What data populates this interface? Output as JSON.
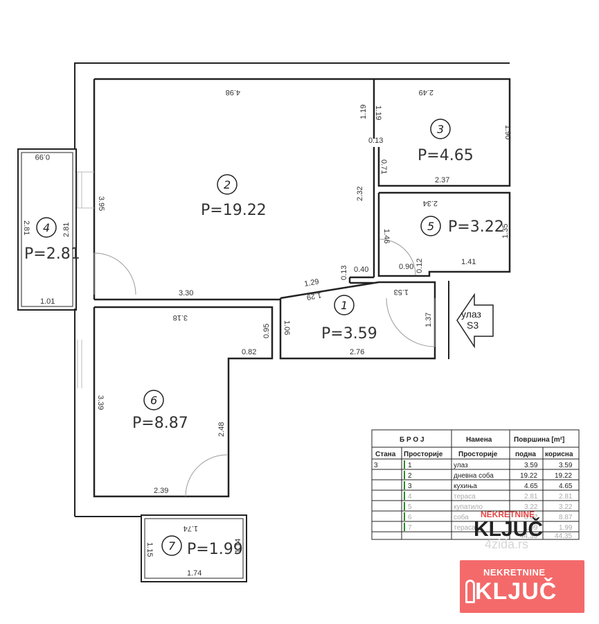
{
  "rooms": [
    {
      "no": "1",
      "area": "P=3.59"
    },
    {
      "no": "2",
      "area": "P=19.22"
    },
    {
      "no": "3",
      "area": "P=4.65"
    },
    {
      "no": "4",
      "area": "P=2.81"
    },
    {
      "no": "5",
      "area": "P=3.22"
    },
    {
      "no": "6",
      "area": "P=8.87"
    },
    {
      "no": "7",
      "area": "P=1.99"
    }
  ],
  "entry": {
    "line1": "улаз",
    "line2": "S3"
  },
  "dims": {
    "r2_top": "4.98",
    "r2_left": "3.95",
    "r2_bottom": "3.30",
    "r2_right": "2.32",
    "r2_wall_119a": "1.19",
    "r2_wall_119b": "1.19",
    "r2_wall_013": "0.13",
    "r3_top": "2.49",
    "r3_right": "1.90",
    "r3_bottom": "2.37",
    "r3_left": "0.71",
    "r4_top": "0.99",
    "r4_left": "2.81",
    "r4_inner": "2.81",
    "r4_bottom": "1.01",
    "r5_top": "2.34",
    "r5_left": "1.46",
    "r5_right": "1.35",
    "r5_bottom": "1.41",
    "r5_090": "0.90",
    "r5_012": "0.12",
    "r1_040": "0.40",
    "r1_013": "0.13",
    "r1_129a": "1.29",
    "r1_129b": "1.29",
    "r1_top": "1.53",
    "r1_right": "1.37",
    "r1_left": "1.06",
    "r1_bottom": "2.76",
    "r6_top": "3.18",
    "r6_left": "3.39",
    "r6_right": "2.48",
    "r6_bottom": "2.39",
    "r6_095": "0.95",
    "r6_082": "0.82",
    "r7_top": "1.74",
    "r7_left": "1.15",
    "r7_right": "1.14",
    "r7_bottom": "1.74"
  },
  "table": {
    "header_broj": "Б Р О Ј",
    "header_namena": "Намена",
    "header_povrsina": "Површина [m²]",
    "sub_stana": "Стана",
    "sub_prostorije": "Просторије",
    "sub_prostorije2": "Просторије",
    "sub_podna": "подна",
    "sub_korisna": "корисна",
    "stan": "3",
    "rows": [
      {
        "no": "1",
        "name": "улаз",
        "podna": "3.59",
        "korisna": "3.59"
      },
      {
        "no": "2",
        "name": "дневна соба",
        "podna": "19.22",
        "korisna": "19.22"
      },
      {
        "no": "3",
        "name": "кухиња",
        "podna": "4.65",
        "korisna": "4.65"
      },
      {
        "no": "4",
        "name": "тераса",
        "podna": "2.81",
        "korisna": "2.81"
      },
      {
        "no": "5",
        "name": "купатило",
        "podna": "3.22",
        "korisna": "3.22"
      },
      {
        "no": "6",
        "name": "соба",
        "podna": "8.87",
        "korisna": "8.87"
      },
      {
        "no": "7",
        "name": "тераса",
        "podna": "1.99",
        "korisna": "1.99"
      }
    ],
    "total_podna": "44.35",
    "total_korisna": "44.35"
  },
  "logo": {
    "line1": "NEKRETNINE",
    "line2": "KLJUČ"
  },
  "watermark": "4zida.rs",
  "colors": {
    "wall": "#222222",
    "logo_bg": "#f46a6a",
    "logo_red": "#e64646"
  }
}
